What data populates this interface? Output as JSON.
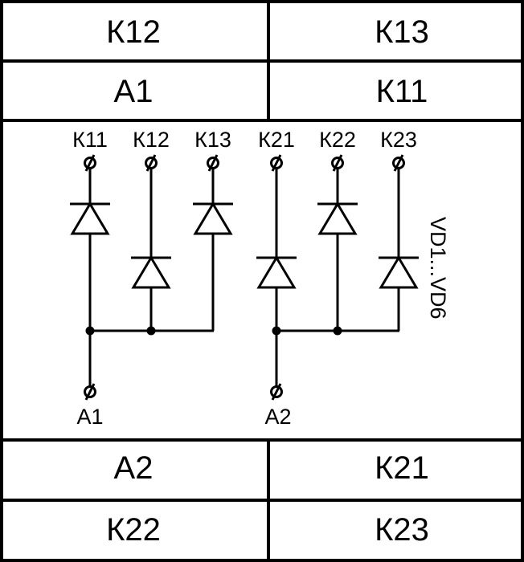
{
  "table": {
    "top_rows": [
      [
        "К12",
        "К13"
      ],
      [
        "А1",
        "К11"
      ]
    ],
    "bottom_rows": [
      [
        "А2",
        "К21"
      ],
      [
        "К22",
        "К23"
      ]
    ]
  },
  "schematic": {
    "top_terminals": [
      "К11",
      "К12",
      "К13",
      "К21",
      "К22",
      "К23"
    ],
    "common_terminals": [
      "А1",
      "А2"
    ],
    "designator": "VD1...VD6"
  },
  "colors": {
    "line": "#000000",
    "background": "#ffffff"
  }
}
